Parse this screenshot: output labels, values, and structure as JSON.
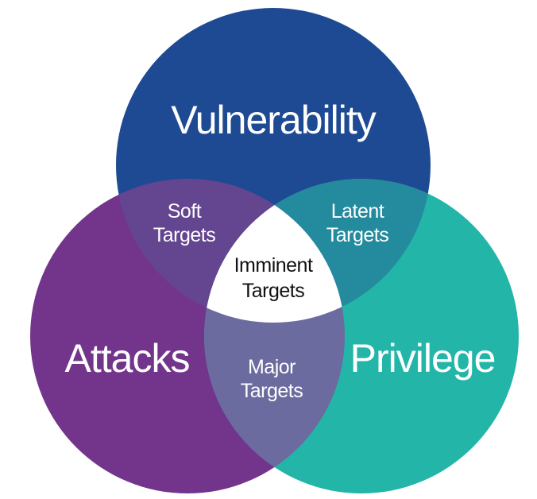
{
  "diagram": {
    "circles": {
      "top": {
        "label": "Vulnerability",
        "color": "#1E4A93"
      },
      "left": {
        "label": "Attacks",
        "color": "#73358C"
      },
      "right": {
        "label": "Privilege",
        "color": "#23B5A8"
      }
    },
    "overlaps": {
      "top_left": {
        "line1": "Soft",
        "line2": "Targets",
        "color": "#644590"
      },
      "top_right": {
        "line1": "Latent",
        "line2": "Targets",
        "color": "#248A9E"
      },
      "left_right": {
        "line1": "Major",
        "line2": "Targets",
        "color": "#6C6B9F"
      },
      "center": {
        "line1": "Imminent",
        "line2": "Targets",
        "color": "#FFFFFF"
      }
    }
  }
}
